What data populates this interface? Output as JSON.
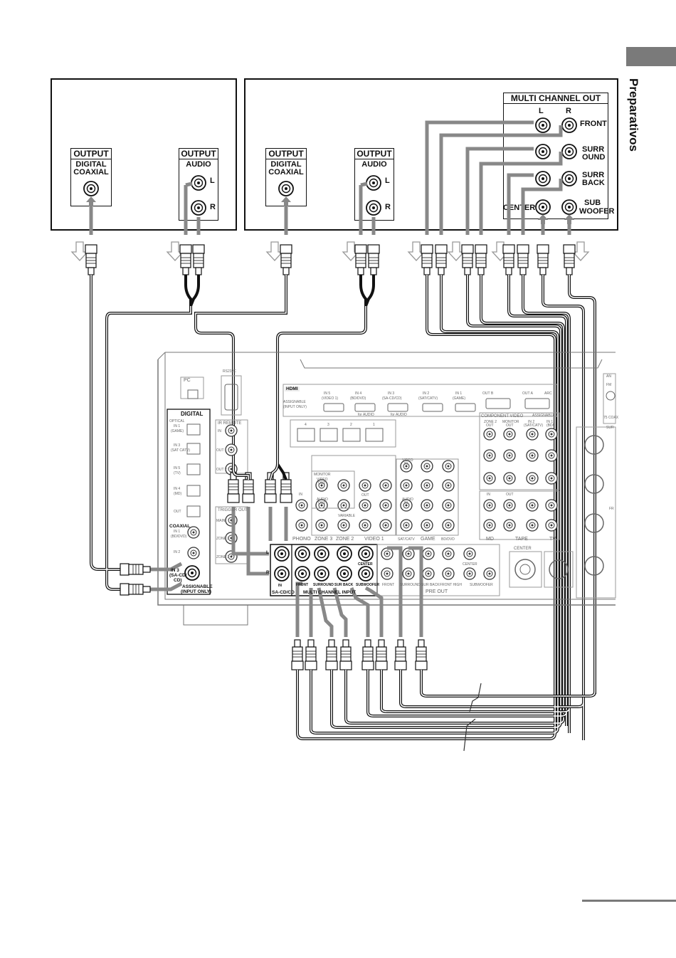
{
  "section_title": "Preparativos",
  "device_left": {
    "output_digital": {
      "header": "OUTPUT",
      "sub": "DIGITAL COAXIAL"
    },
    "output_audio": {
      "header": "OUTPUT",
      "sub": "AUDIO",
      "left": "L",
      "right": "R"
    }
  },
  "device_right": {
    "output_digital": {
      "header": "OUTPUT",
      "sub": "DIGITAL COAXIAL"
    },
    "output_audio": {
      "header": "OUTPUT",
      "sub": "AUDIO",
      "left": "L",
      "right": "R"
    },
    "multi_channel": {
      "title": "MULTI CHANNEL OUT",
      "col_left": "L",
      "col_right": "R",
      "front": "FRONT",
      "surround_1": "SURR",
      "surround_2": "OUND",
      "surr_back_1": "SURR",
      "surr_back_2": "BACK",
      "center": "CENTER",
      "sub_1": "SUB",
      "sub_2": "WOOFER"
    }
  },
  "receiver": {
    "pc": "PC",
    "rs232c": "RS232C",
    "hdmi": "HDMI",
    "assignable": "ASSIGNABLE",
    "input_only": "(INPUT ONLY)",
    "hdmi_in5": "IN 5",
    "hdmi_in5_sub": "(VIDEO 1)",
    "hdmi_in4": "IN 4",
    "hdmi_in4_sub": "(BD/DVD)",
    "hdmi_in3": "IN 3",
    "hdmi_in3_sub": "(SA-CD/CD)",
    "hdmi_in2": "IN 2",
    "hdmi_in2_sub": "(SAT/CATV)",
    "hdmi_in1": "IN 1",
    "hdmi_in1_sub": "(GAME)",
    "for_audio_1": "for AUDIO",
    "for_audio_2": "for AUDIO",
    "out_b": "OUT B",
    "out_a": "OUT A",
    "arc": "ARC",
    "digital": "DIGITAL",
    "optical": "OPTICAL",
    "opt_in1": "IN 1",
    "opt_in1_sub": "(GAME)",
    "opt_in3": "IN 3",
    "opt_in3_sub": "(SAT CATV)",
    "opt_in5": "IN 5",
    "opt_in5_sub": "(TV)",
    "opt_in4": "IN 4",
    "opt_in4_sub": "(MD)",
    "opt_out": "OUT",
    "coaxial": "COAXIAL",
    "coax_in1": "IN 1",
    "coax_in1_sub": "(BD/DVD)",
    "coax_in2": "IN 2",
    "coax_in3": "IN 3",
    "coax_in3_sub_1": "(SA-CD/",
    "coax_in3_sub_2": "CD)",
    "coax_assignable": "ASSIGNABLE",
    "coax_input_only": "(INPUT ONLY)",
    "ir_remote": "IR REMOTE",
    "ir_in": "IN",
    "ir_out1": "OUT 1",
    "ir_out2": "OUT 2",
    "trigger": "TRIGGER OUT",
    "trig_main": "MAIN",
    "trig_zone2": "ZONE 2",
    "trig_zone3": "ZONE 3",
    "monitor": "MONITOR",
    "video_out": "VIDEO",
    "video_out_sub": "OUT",
    "video_in": "VIDEO",
    "video_in_sub": "IN",
    "audio_out": "AUDIO",
    "audio_out_sub": "OUT",
    "audio_in": "AUDIO",
    "audio_in_sub": "IN",
    "variable": "VARIABLE",
    "in_label": "IN",
    "out_label": "OUT",
    "phono": "PHONO",
    "zone3": "ZONE 3",
    "zone2": "ZONE 2",
    "video1": "VIDEO 1",
    "sat_catv": "SAT/CATV",
    "game": "GAME",
    "bd_dvd": "BD/DVD",
    "md": "MD",
    "tape": "TAPE",
    "tv": "TV",
    "component_video": "COMPONENT VIDEO",
    "zone2_out": "ZONE 2",
    "zone2_out_sub": "OUT",
    "monitor_out": "MONITOR",
    "monitor_out_sub": "OUT",
    "comp_in2": "IN 2",
    "comp_in2_sub": "(SAT/CATV)",
    "comp_in1": "IN 1",
    "comp_in1_sub": "(BD/",
    "assignable_2": "ASSIGNABLE",
    "mc_front": "FRONT",
    "mc_surround": "SURROUND",
    "mc_surr_back": "SUR BACK",
    "mc_center": "CENTER",
    "mc_subwoofer": "SUBWOOFER",
    "mc_in": "IN",
    "sa_cd_cd": "SA-CD/CD",
    "multi_channel_input": "MULTI CHANNEL INPUT",
    "pre_front": "FRONT",
    "pre_surround": "SURROUND",
    "pre_surr_back": "SUR BACK",
    "pre_front_high": "FRONT HIGH",
    "pre_center": "CENTER",
    "pre_subwoofer": "SUBWOOFER",
    "pre_out": "PRE OUT",
    "l": "L",
    "r": "R",
    "center_big": "CENTER",
    "antenna": "AN",
    "fm": "FM",
    "coax_75": "75 COAX",
    "sur": "SUR",
    "fr": "FR",
    "net_1": "4",
    "net_2": "3",
    "net_3": "2",
    "net_4": "1"
  }
}
